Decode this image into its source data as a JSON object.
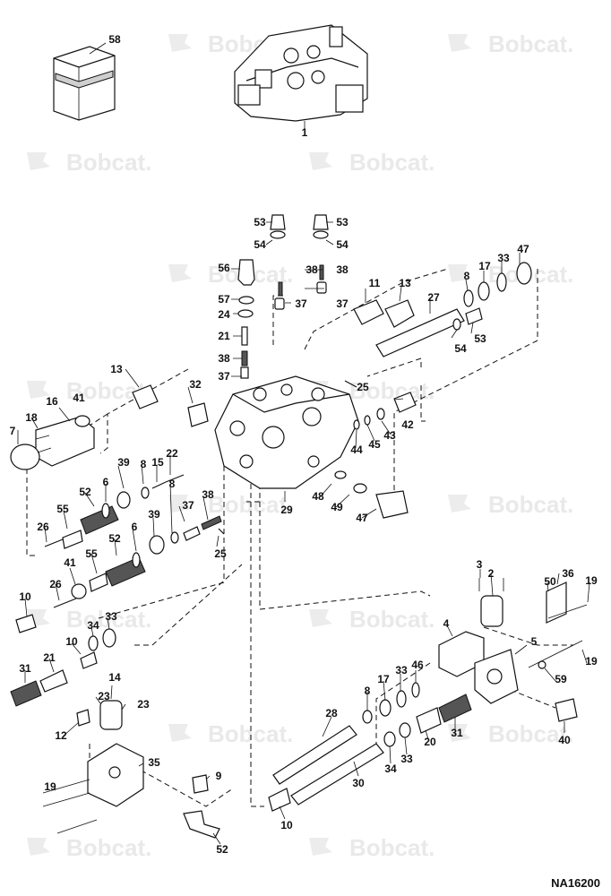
{
  "watermark": {
    "brand": "Bobcat."
  },
  "figure_code": "NA16200",
  "labels": [
    "58",
    "1",
    "53",
    "53",
    "54",
    "54",
    "56",
    "38",
    "38",
    "57",
    "37",
    "37",
    "24",
    "21",
    "11",
    "13",
    "27",
    "8",
    "17",
    "33",
    "47",
    "54",
    "53",
    "38",
    "37",
    "13",
    "32",
    "25",
    "16",
    "41",
    "18",
    "7",
    "42",
    "43",
    "45",
    "44",
    "22",
    "15",
    "8",
    "39",
    "6",
    "52",
    "55",
    "26",
    "29",
    "48",
    "49",
    "47",
    "38",
    "37",
    "8",
    "39",
    "6",
    "52",
    "55",
    "25",
    "41",
    "26",
    "10",
    "34",
    "33",
    "10",
    "21",
    "31",
    "14",
    "23",
    "23",
    "12",
    "35",
    "19",
    "9",
    "52",
    "3",
    "2",
    "36",
    "50",
    "19",
    "4",
    "5",
    "59",
    "19",
    "40",
    "46",
    "33",
    "17",
    "8",
    "28",
    "31",
    "20",
    "33",
    "34",
    "30",
    "10"
  ]
}
